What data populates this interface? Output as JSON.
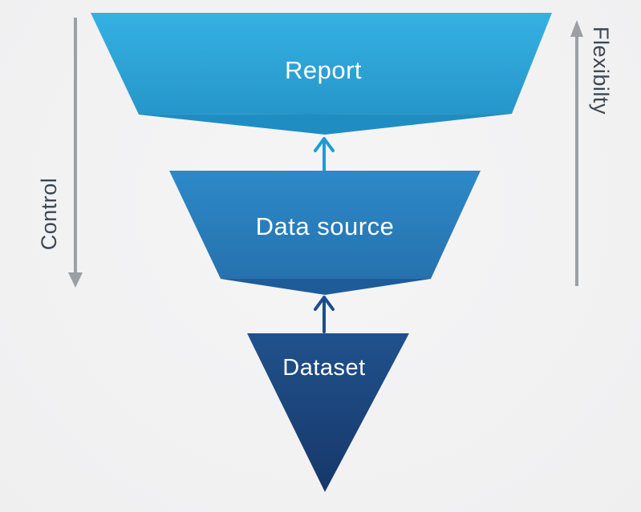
{
  "diagram": {
    "tiers": [
      {
        "label": "Report"
      },
      {
        "label": "Data source"
      },
      {
        "label": "Dataset"
      }
    ],
    "side_labels": {
      "left": "Control",
      "right": "Flexibilty"
    }
  },
  "colors": {
    "background": "#f2f2f3",
    "report_top": "#35b1e2",
    "report_bottom": "#2696ca",
    "report_flap": "#1f8dc1",
    "source_top": "#2d89c8",
    "source_bottom": "#2672ae",
    "source_flap": "#1e5c99",
    "dataset_top": "#21518c",
    "dataset_bottom": "#16386a",
    "arrow_to_report": "#1f9bd3",
    "arrow_to_source": "#1d4d8d",
    "side_arrow": "#9ba0a5",
    "side_text": "#3b4754",
    "tier_text": "#ffffff"
  }
}
